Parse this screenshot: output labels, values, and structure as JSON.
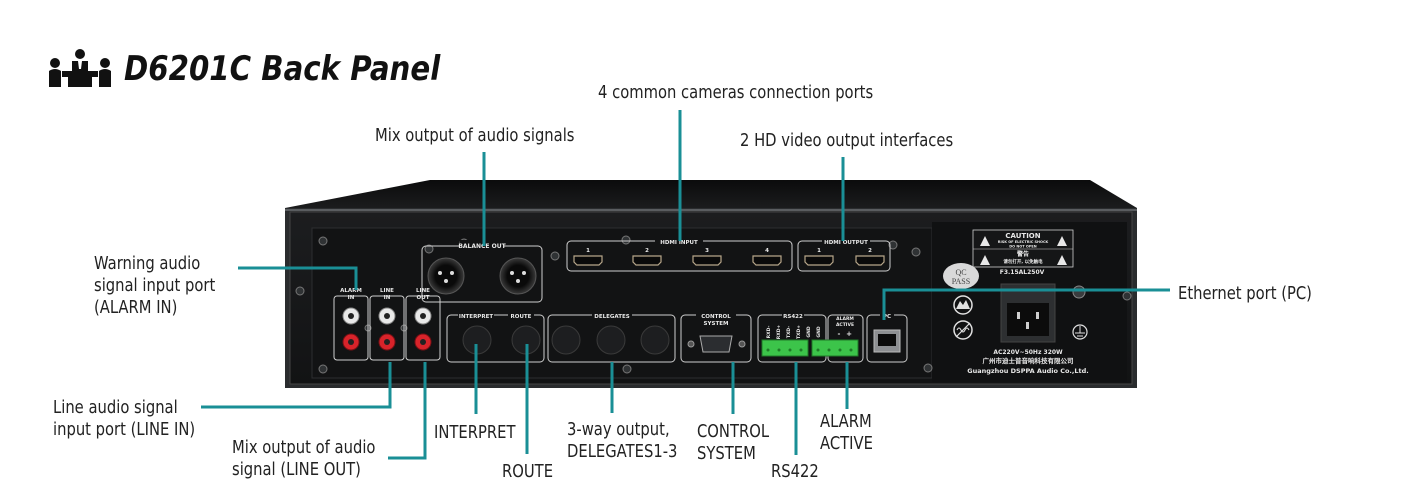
{
  "header": {
    "title": "D6201C Back Panel",
    "icon": "conference-meeting-icon"
  },
  "colors": {
    "leader_line": "#1a8f96",
    "panel": "#151617",
    "panel_edge": "#3b3e40",
    "text": "#222222",
    "terminal_green": "#3cc44a",
    "rca_red": "#d8232a"
  },
  "callouts": {
    "cameras": "4 common cameras connection ports",
    "mix_output_top": "Mix output of audio signals",
    "hd_video": "2 HD video output interfaces",
    "alarm_in": [
      "Warning audio",
      "signal input port",
      "(ALARM IN)"
    ],
    "ethernet": "Ethernet port (PC)",
    "line_in": [
      "Line audio signal",
      "input port (LINE IN)"
    ],
    "line_out": [
      "Mix output of audio",
      "signal (LINE OUT)"
    ],
    "interpret": "INTERPRET",
    "route": "ROUTE",
    "delegates": [
      "3-way output,",
      "DELEGATES1-3"
    ],
    "control_system": [
      "CONTROL",
      "SYSTEM"
    ],
    "rs422": "RS422",
    "alarm_active": [
      "ALARM",
      "ACTIVE"
    ]
  },
  "panel_labels": {
    "balance_out": "BALANCE OUT",
    "hdmi_input": "HDMI INPUT",
    "hdmi_output": "HDMI OUTPUT",
    "hdmi_in_ports": [
      "1",
      "2",
      "3",
      "4"
    ],
    "hdmi_out_ports": [
      "1",
      "2"
    ],
    "alarm_in": [
      "ALARM",
      "IN"
    ],
    "line_in": [
      "LINE",
      "IN"
    ],
    "line_out": [
      "LINE",
      "OUT"
    ],
    "interpret": "INTERPRET",
    "route": "ROUTE",
    "delegates": "DELEGATES",
    "control_system": [
      "CONTROL",
      "SYSTEM"
    ],
    "rs422": "RS422",
    "rs422_pins": [
      "RXD-",
      "RXD+",
      "TXD-",
      "TXD+",
      "GND",
      "GND"
    ],
    "alarm_active": [
      "ALARM",
      "ACTIVE"
    ],
    "alarm_pins": [
      "-",
      "+"
    ],
    "pc": "PC",
    "caution_title": "CAUTION",
    "caution_line1": "RISK OF ELECTRIC SHOCK",
    "caution_line2": "DO NOT OPEN",
    "warning_cn": "警告",
    "warning_cn_sub": "请勿打开, 以免触电",
    "fuse": "F3.15AL250V",
    "qc_pass": [
      "QC",
      "PASS"
    ],
    "power_rating": "AC220V~50Hz  320W",
    "company_cn": "广州市迪士普音响科技有限公司",
    "company_en": "Guangzhou DSPPA Audio Co.,Ltd."
  }
}
